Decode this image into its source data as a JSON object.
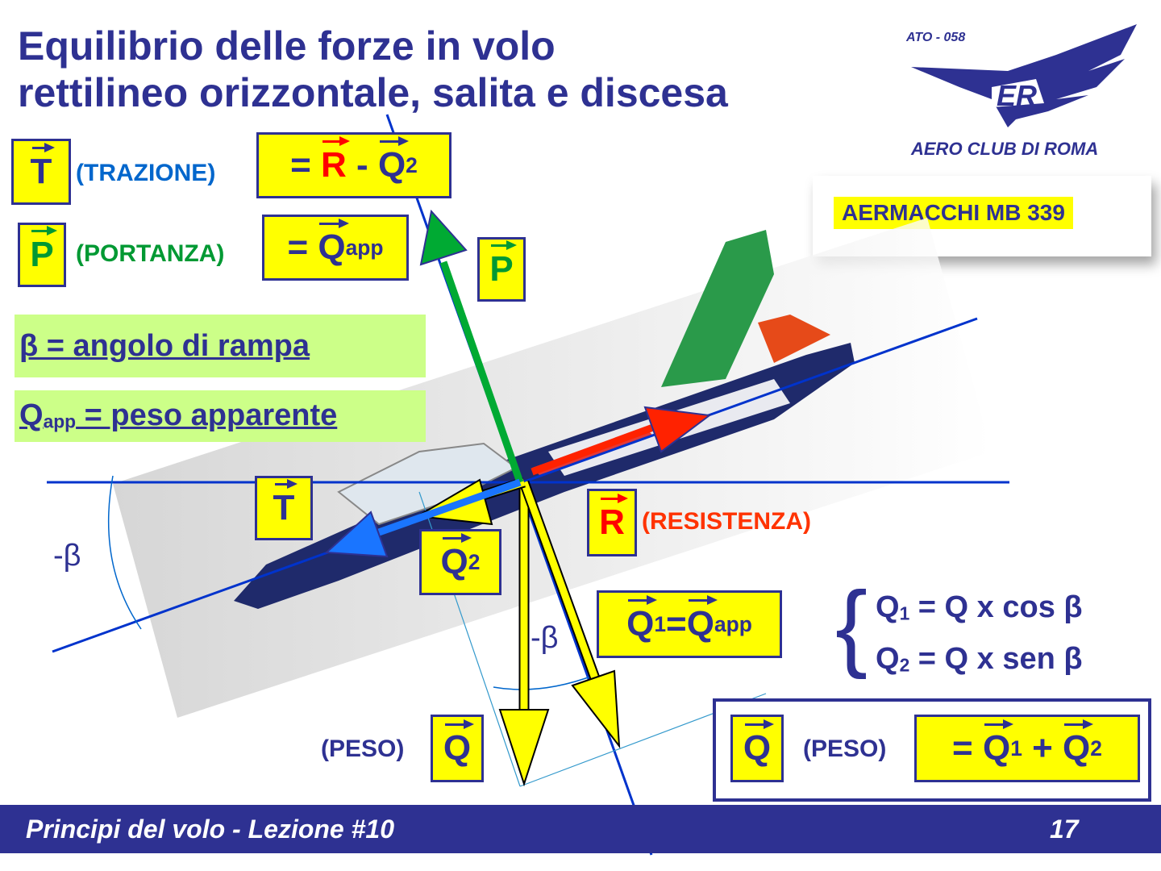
{
  "title": {
    "line1": "Equilibrio delle forze in volo",
    "line2": "rettilineo orizzontale, salita e discesa"
  },
  "logo": {
    "code": "ATO - 058",
    "name": "AERO CLUB DI ROMA",
    "monogram": "ER",
    "icon": "eagle-logo-icon"
  },
  "aircraft_label": "AERMACCHI MB 339",
  "legend": {
    "trazione": {
      "symbol": "T",
      "label": "(TRAZIONE)",
      "eq_prefix": "= ",
      "eq_r": "R",
      "eq_minus": " - ",
      "eq_q": "Q",
      "eq_sub": "2"
    },
    "portanza": {
      "symbol": "P",
      "label": "(PORTANZA)",
      "eq_prefix": "= ",
      "eq_q": "Q",
      "eq_sub": "app"
    }
  },
  "definitions": {
    "beta": "β = angolo di rampa",
    "qapp_q": "Q",
    "qapp_sub": "app",
    "qapp_rest": " = peso apparente"
  },
  "diagram": {
    "p_label": "P",
    "t_label": "T",
    "q2_label": "Q",
    "q2_sub": "2",
    "r_label": "R",
    "r_text": "(RESISTENZA)",
    "minus_beta_left": "-β",
    "minus_beta_center": "-β",
    "q1_q": "Q",
    "q1_sub": "1",
    "q1_eq": "=",
    "q1_qapp": "Q",
    "q1_qapp_sub": "app",
    "peso_text": "(PESO)",
    "q_label": "Q",
    "colors": {
      "navy": "#2e3192",
      "yellow": "#ffff00",
      "green": "#009933",
      "red": "#ff0000",
      "blue_vec": "#1a75ff"
    }
  },
  "formulas": {
    "q1_q": "Q",
    "q1_sub": "1",
    "q1_rest": " = Q x cos β",
    "q2_q": "Q",
    "q2_sub": "2",
    "q2_rest": " = Q x sen β"
  },
  "summary": {
    "q_label": "Q",
    "peso": "(PESO)",
    "eq_prefix": "= ",
    "q1": "Q",
    "q1_sub": "1",
    "plus": " + ",
    "q2": "Q",
    "q2_sub": "2"
  },
  "footer": {
    "left": "Principi del volo - Lezione #10",
    "page": "17"
  }
}
